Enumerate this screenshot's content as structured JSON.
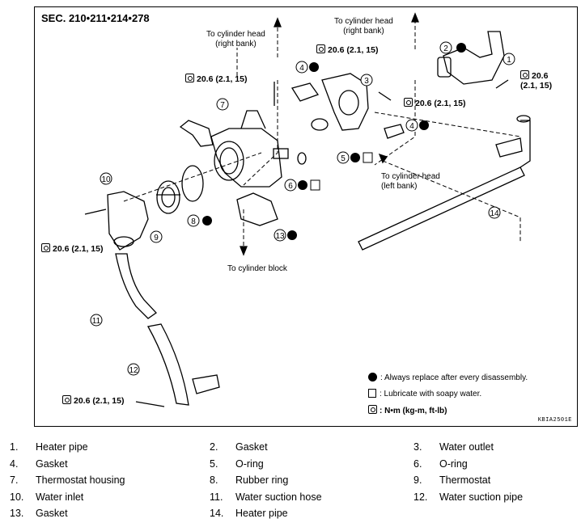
{
  "diagram": {
    "section": "SEC. 210•211•214•278",
    "directions": {
      "cyl_head_right_1": "To cylinder head\n(right bank)",
      "cyl_head_right_2": "To cylinder head\n(right bank)",
      "cyl_head_left": "To cylinder head\n(left bank)",
      "cyl_block": "To cylinder block"
    },
    "torque": {
      "t1": "20.6 (2.1, 15)",
      "t2": "20.6 (2.1, 15)",
      "t3": "20.6 (2.1, 15)",
      "t4": "20.6\n(2.1, 15)",
      "t5": "20.6 (2.1, 15)",
      "t6": "20.6 (2.1, 15)"
    },
    "callouts": [
      "1",
      "2",
      "3",
      "4",
      "4",
      "5",
      "6",
      "7",
      "8",
      "9",
      "10",
      "11",
      "12",
      "13",
      "14"
    ],
    "legend": {
      "replace": ": Always replace after every disassembly.",
      "lubricate": ": Lubricate with soapy water.",
      "torque_unit": ": N•m (kg-m, ft-lb)"
    },
    "code": "KBIA2501E"
  },
  "parts": [
    {
      "num": "1.",
      "name": "Heater pipe"
    },
    {
      "num": "2.",
      "name": "Gasket"
    },
    {
      "num": "3.",
      "name": "Water outlet"
    },
    {
      "num": "4.",
      "name": "Gasket"
    },
    {
      "num": "5.",
      "name": "O-ring"
    },
    {
      "num": "6.",
      "name": "O-ring"
    },
    {
      "num": "7.",
      "name": "Thermostat housing"
    },
    {
      "num": "8.",
      "name": "Rubber ring"
    },
    {
      "num": "9.",
      "name": "Thermostat"
    },
    {
      "num": "10.",
      "name": "Water inlet"
    },
    {
      "num": "11.",
      "name": "Water suction hose"
    },
    {
      "num": "12.",
      "name": "Water suction pipe"
    },
    {
      "num": "13.",
      "name": "Gasket"
    },
    {
      "num": "14.",
      "name": "Heater pipe"
    }
  ]
}
